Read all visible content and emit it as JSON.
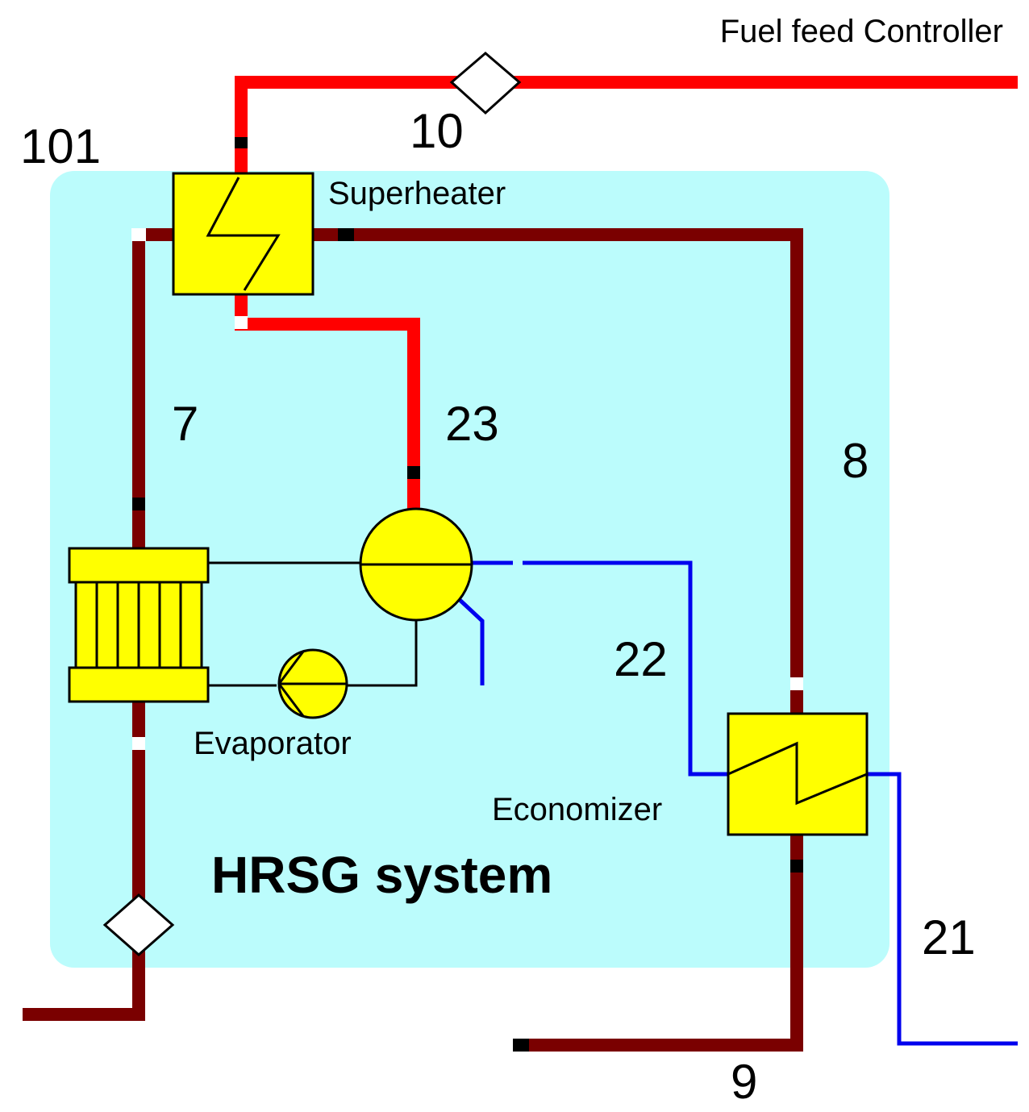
{
  "labels": {
    "fuel_feed_controller": "Fuel feed Controller",
    "superheater": "Superheater",
    "evaporator": "Evaporator",
    "economizer": "Economizer",
    "system": "HRSG system"
  },
  "streams": {
    "s101": "101",
    "s10": "10",
    "s7": "7",
    "s23": "23",
    "s8": "8",
    "s22": "22",
    "s21": "21",
    "s9": "9"
  },
  "colors": {
    "background": "#ffffff",
    "system_region": "#bbfcfc",
    "flue_gas_line": "#7a0000",
    "steam_line": "#ff0000",
    "water_line": "#0000ee",
    "component_fill": "#ffff00",
    "control_line": "#000000"
  }
}
